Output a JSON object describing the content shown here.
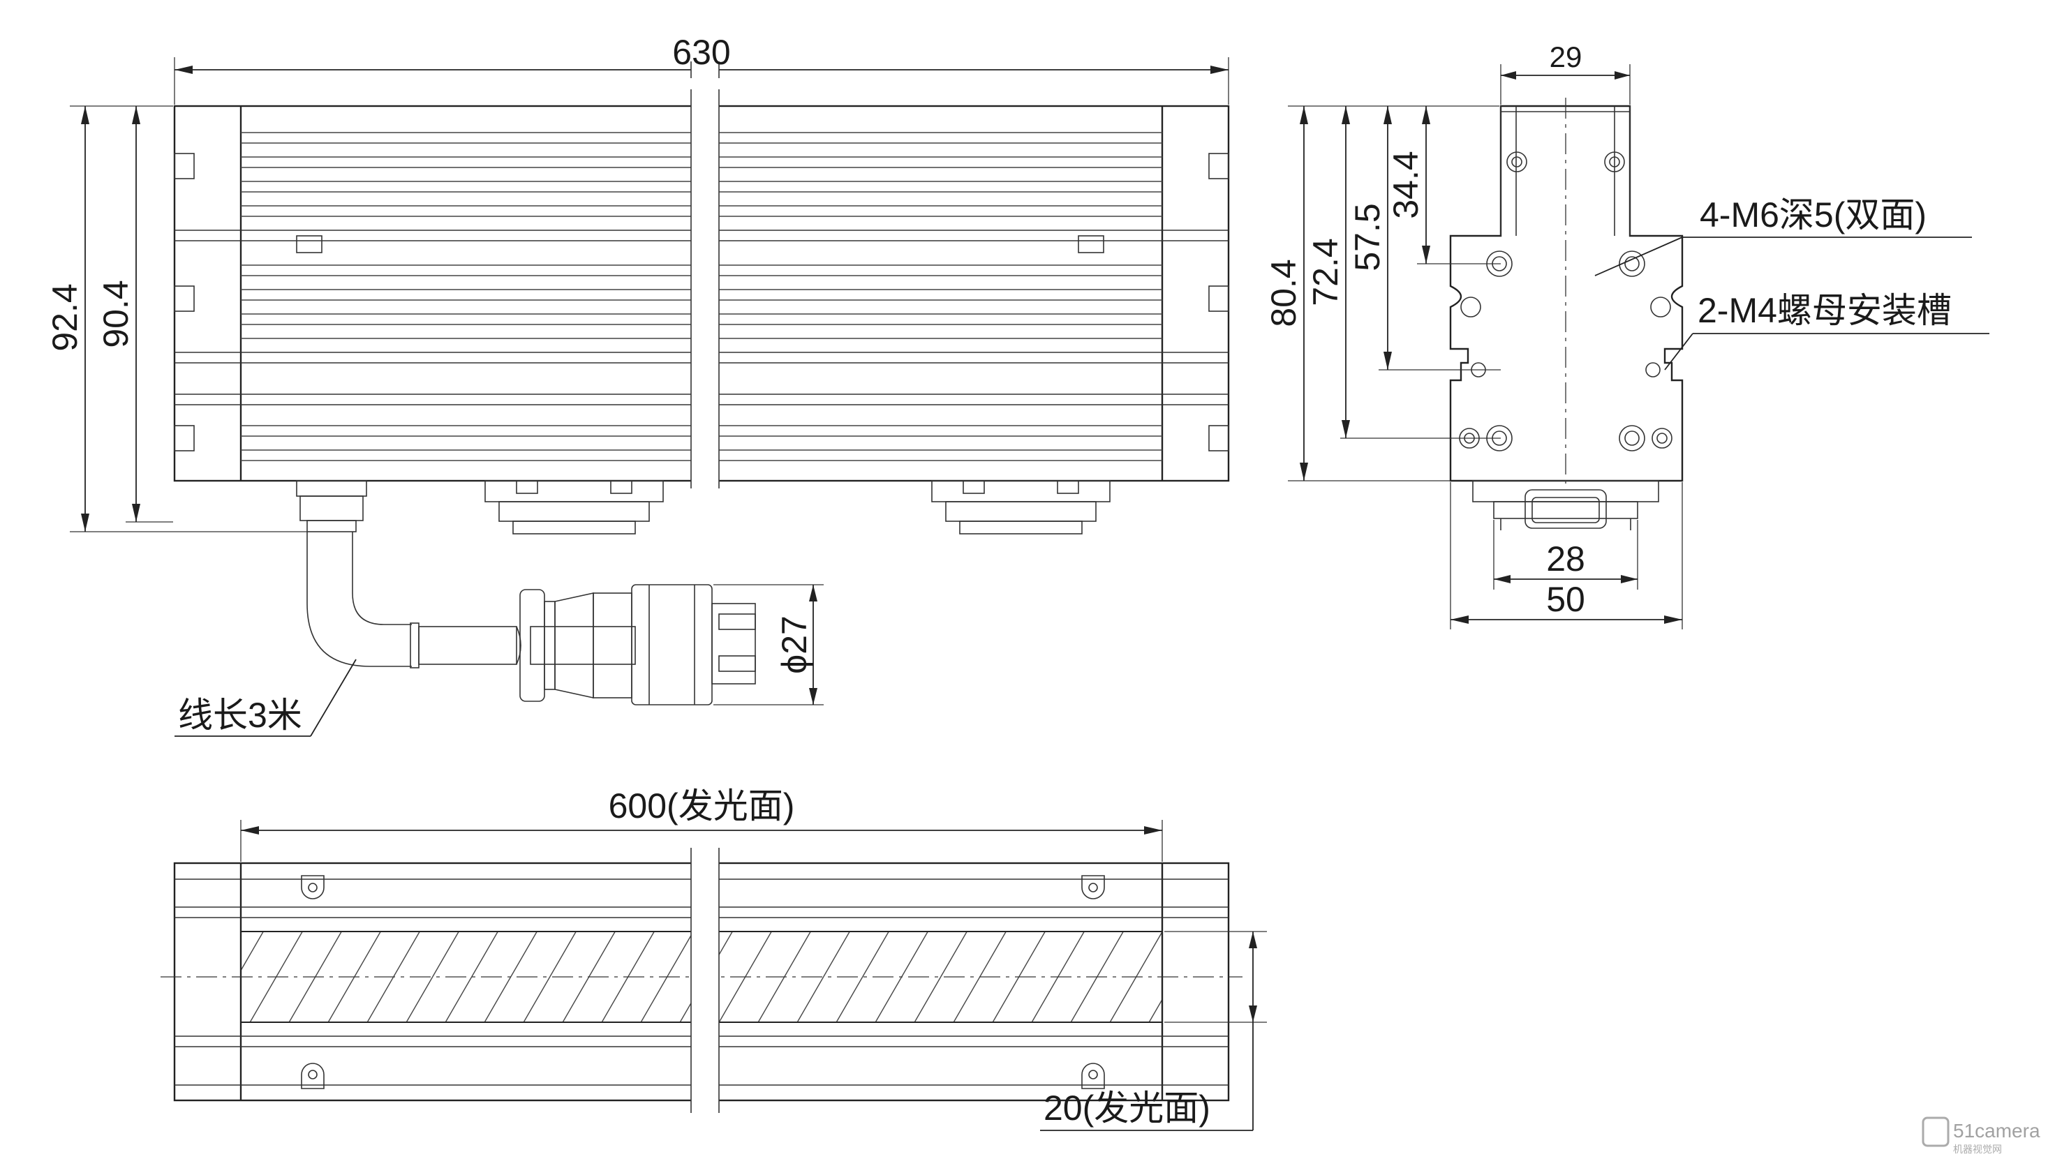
{
  "front_view": {
    "overall_length": "630",
    "height_total": "92.4",
    "height_body": "90.4",
    "cable_length_note": "线长3米",
    "connector_diameter": "ϕ27"
  },
  "side_view": {
    "top_width": "29",
    "height_80": "80.4",
    "height_72": "72.4",
    "height_57": "57.5",
    "height_34": "34.4",
    "hole_note": "4-M6深5(双面)",
    "slot_note": "2-M4螺母安装槽",
    "bracket_width": "28",
    "base_width": "50"
  },
  "bottom_view": {
    "emitting_length": "600(发光面)",
    "emitting_width": "20(发光面)"
  },
  "watermark": {
    "logo_text": "51camera",
    "logo_subtext": "机器视觉网"
  }
}
